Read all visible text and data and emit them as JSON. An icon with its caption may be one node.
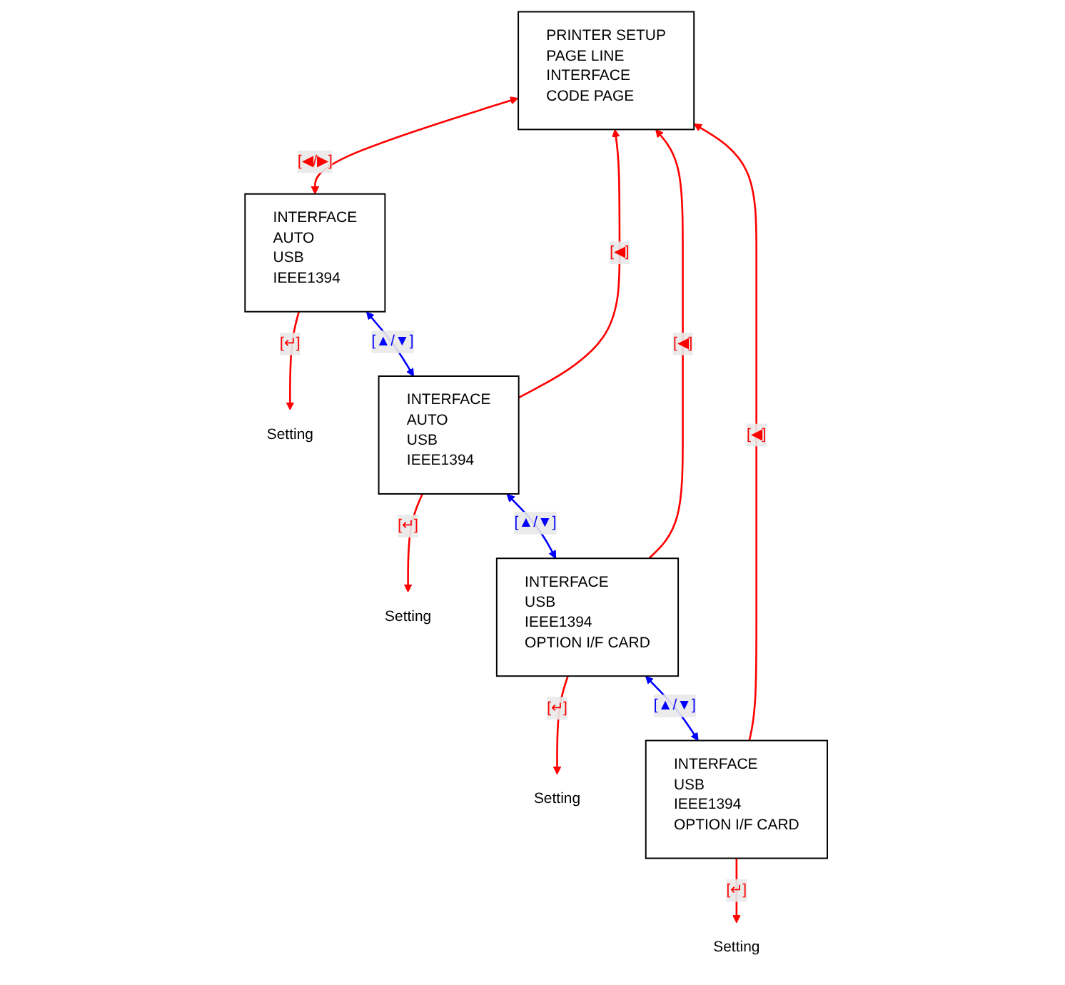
{
  "diagram": {
    "nodes": [
      {
        "text": [
          "PRINTER SETUP",
          "PAGE LINE",
          "INTERFACE",
          "CODE PAGE"
        ]
      },
      {
        "text": [
          "INTERFACE",
          "AUTO",
          "USB",
          "IEEE1394"
        ]
      },
      {
        "text": [
          "INTERFACE",
          "AUTO",
          "USB",
          "IEEE1394"
        ]
      },
      {
        "text": [
          "INTERFACE",
          "USB",
          "IEEE1394",
          "OPTION I/F CARD"
        ]
      },
      {
        "text": [
          "INTERFACE",
          "USB",
          "IEEE1394",
          "OPTION I/F CARD"
        ]
      },
      {
        "text": [
          "Setting"
        ]
      },
      {
        "text": [
          "Setting"
        ]
      },
      {
        "text": [
          "Setting"
        ]
      },
      {
        "text": [
          "Setting"
        ]
      }
    ],
    "edges": [
      {
        "from": 0,
        "to": 1,
        "arrow": "both",
        "label": "[◀/▶]"
      },
      {
        "from": 1,
        "to": 5,
        "arrow": "to",
        "label": "[↵]"
      },
      {
        "from": 1,
        "to": 2,
        "arrow": "both",
        "label": "[▲/▼]",
        "color": "#0000ff"
      },
      {
        "from": 2,
        "to": 0,
        "arrow": "to",
        "label": "[◀]"
      },
      {
        "from": 2,
        "to": 6,
        "arrow": "to",
        "label": "[↵]"
      },
      {
        "from": 2,
        "to": 3,
        "arrow": "both",
        "label": "[▲/▼]",
        "color": "#0000ff"
      },
      {
        "from": 3,
        "to": 0,
        "arrow": "to",
        "label": "[◀]"
      },
      {
        "from": 3,
        "to": 7,
        "arrow": "to",
        "label": "[↵]"
      },
      {
        "from": 3,
        "to": 4,
        "arrow": "both",
        "label": "[▲/▼]",
        "color": "#0000ff"
      },
      {
        "from": 4,
        "to": 0,
        "arrow": "to",
        "label": "[◀]"
      },
      {
        "from": 4,
        "to": 8,
        "arrow": "to",
        "label": "[↵]"
      }
    ]
  }
}
